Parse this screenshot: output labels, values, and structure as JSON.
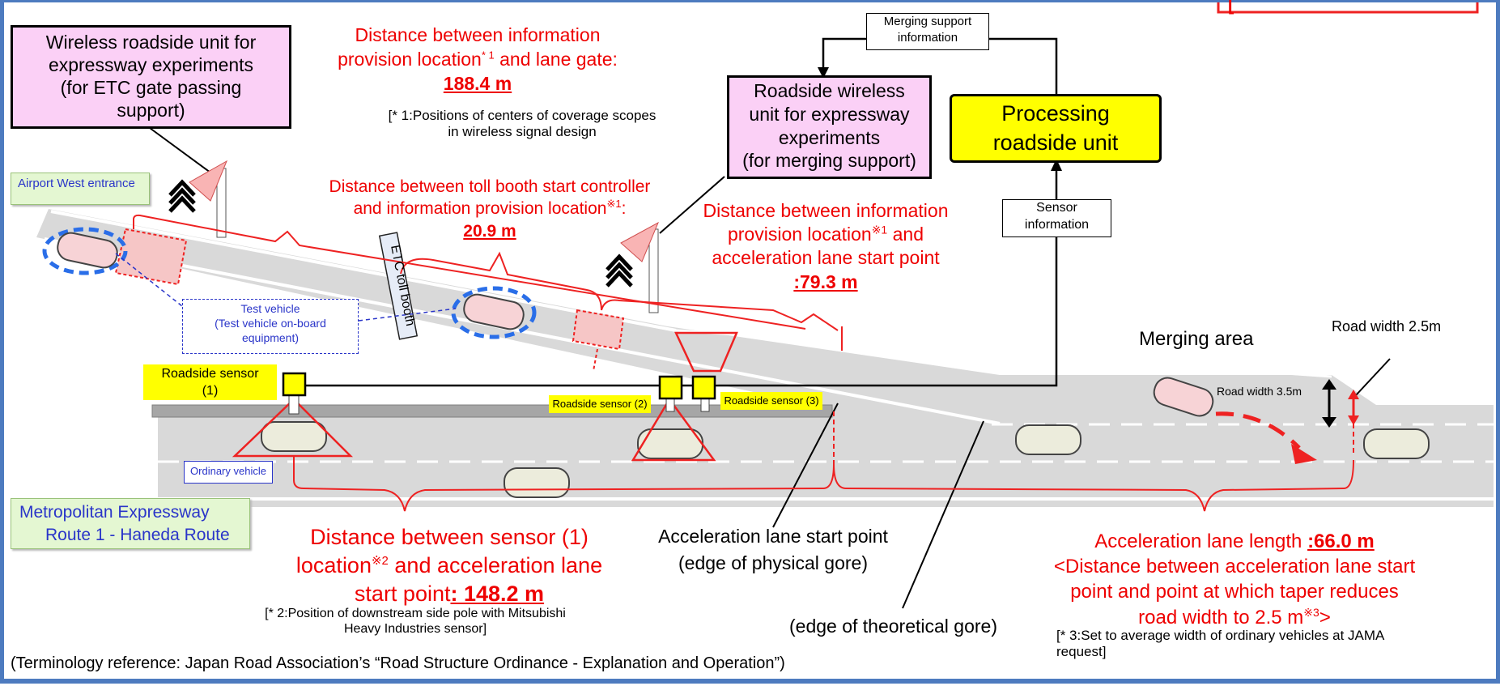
{
  "title_box": "[",
  "rsu_etc": [
    "Wireless roadside unit for",
    "expressway experiments",
    "(for ETC gate passing",
    "support)"
  ],
  "dist_info_gate": {
    "line1": "Distance between information",
    "line2a": "provision location",
    "line2sup": "* 1",
    "line2b": " and lane gate:",
    "value": "188.4 m",
    "note1": "[* 1:Positions of centers of coverage scopes",
    "note2": "in wireless signal design"
  },
  "merging_support_info": [
    "Merging support",
    "information"
  ],
  "rsu_merge": [
    "Roadside wireless",
    "unit for expressway",
    "experiments",
    "(for merging support)"
  ],
  "processing_unit": [
    "Processing",
    "roadside unit"
  ],
  "sensor_info": [
    "Sensor",
    "information"
  ],
  "airport_entrance": "Airport West entrance",
  "dist_toll": {
    "line1": "Distance between toll booth start controller",
    "line2": "and information provision location",
    "sup": "※1",
    "colon": ":",
    "value": "20.9 m"
  },
  "dist_accel_start": {
    "line1": "Distance between information",
    "line2a": "provision location",
    "sup": "※1",
    "line2b": " and",
    "line3": "acceleration lane start point",
    "value": ":79.3 m"
  },
  "etc_booth": "ETC toll booth",
  "test_vehicle": [
    "Test vehicle",
    "(Test vehicle on-board",
    "equipment)"
  ],
  "merging_area": "Merging area",
  "road_width_25": "Road width 2.5m",
  "road_width_35": "Road width 3.5m",
  "sensor1": [
    "Roadside sensor",
    "(1)"
  ],
  "sensor2": "Roadside sensor (2)",
  "sensor3": "Roadside sensor (3)",
  "ordinary_vehicle": "Ordinary vehicle",
  "route": [
    "Metropolitan Expressway",
    "Route 1 - Haneda Route"
  ],
  "dist_sensor": {
    "line1": "Distance between sensor (1)",
    "line2a": "location",
    "sup": "※2",
    "line2b": " and acceleration lane",
    "line3": "start point",
    "value": ": 148.2 m",
    "note1": "[* 2:Position of downstream side pole with Mitsubishi",
    "note2": "Heavy Industries sensor]"
  },
  "accel_point": [
    "Acceleration lane start point",
    "(edge of physical gore)"
  ],
  "theoretical_gore": "(edge of theoretical gore)",
  "accel_length": {
    "label": "Acceleration lane length ",
    "value": ":66.0 m",
    "line2": "<Distance between acceleration lane start",
    "line3": "point and point at which taper reduces",
    "line4a": "road width to 2.5 m",
    "sup": "※3",
    "line4b": ">",
    "note1": "[* 3:Set to average width of ordinary vehicles at JAMA",
    "note2": "request]"
  },
  "terminology": "(Terminology reference: Japan Road Association’s “Road Structure Ordinance - Explanation and Operation”)"
}
